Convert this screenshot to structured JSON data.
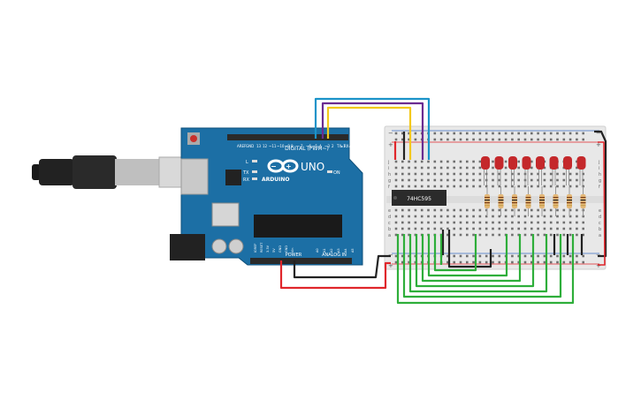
{
  "arduino": {
    "brand": "ARDUINO",
    "model": "UNO",
    "digital_header": "DIGITAL (PWM~)",
    "power_header": "POWER",
    "analog_header": "ANALOG IN",
    "aref": "AREF",
    "gnd": "GND",
    "pin_13": "13",
    "pin_12": "12",
    "pin_11": "~11",
    "pin_10": "~10",
    "pin_9": "~9",
    "pin_8": "8",
    "pin_7": "7",
    "pin_6": "~6",
    "pin_5": "~5",
    "pin_4": "4",
    "pin_3": "~3",
    "pin_2": "2",
    "tx1": "TX▸1",
    "rx0": "RX◂0",
    "led_l": "L",
    "led_tx": "TX",
    "led_rx": "RX",
    "led_on": "ON",
    "power_pins": [
      "IOREF",
      "RESET",
      "3.3V",
      "5V",
      "GND",
      "GND",
      "Vin"
    ],
    "analog_pins": [
      "A0",
      "A1",
      "A2",
      "A3",
      "A4",
      "A5"
    ]
  },
  "chip": {
    "label": "74HC595"
  },
  "breadboard": {
    "rail_minus": "−",
    "rail_plus": "+",
    "row_letters_top": [
      "j",
      "i",
      "h",
      "g",
      "f"
    ],
    "row_letters_bottom": [
      "e",
      "d",
      "c",
      "b",
      "a"
    ]
  },
  "colors": {
    "board": "#1c6fa5",
    "wire_red": "#e0262b",
    "wire_black": "#222222",
    "wire_yellow": "#f3c81c",
    "wire_purple": "#6b2c91",
    "wire_blue": "#1a93c9",
    "wire_green": "#2eae3a",
    "led_red": "#c4282b",
    "resistor": "#e3b777"
  },
  "components": {
    "led_count": 8,
    "resistor_count": 8
  }
}
